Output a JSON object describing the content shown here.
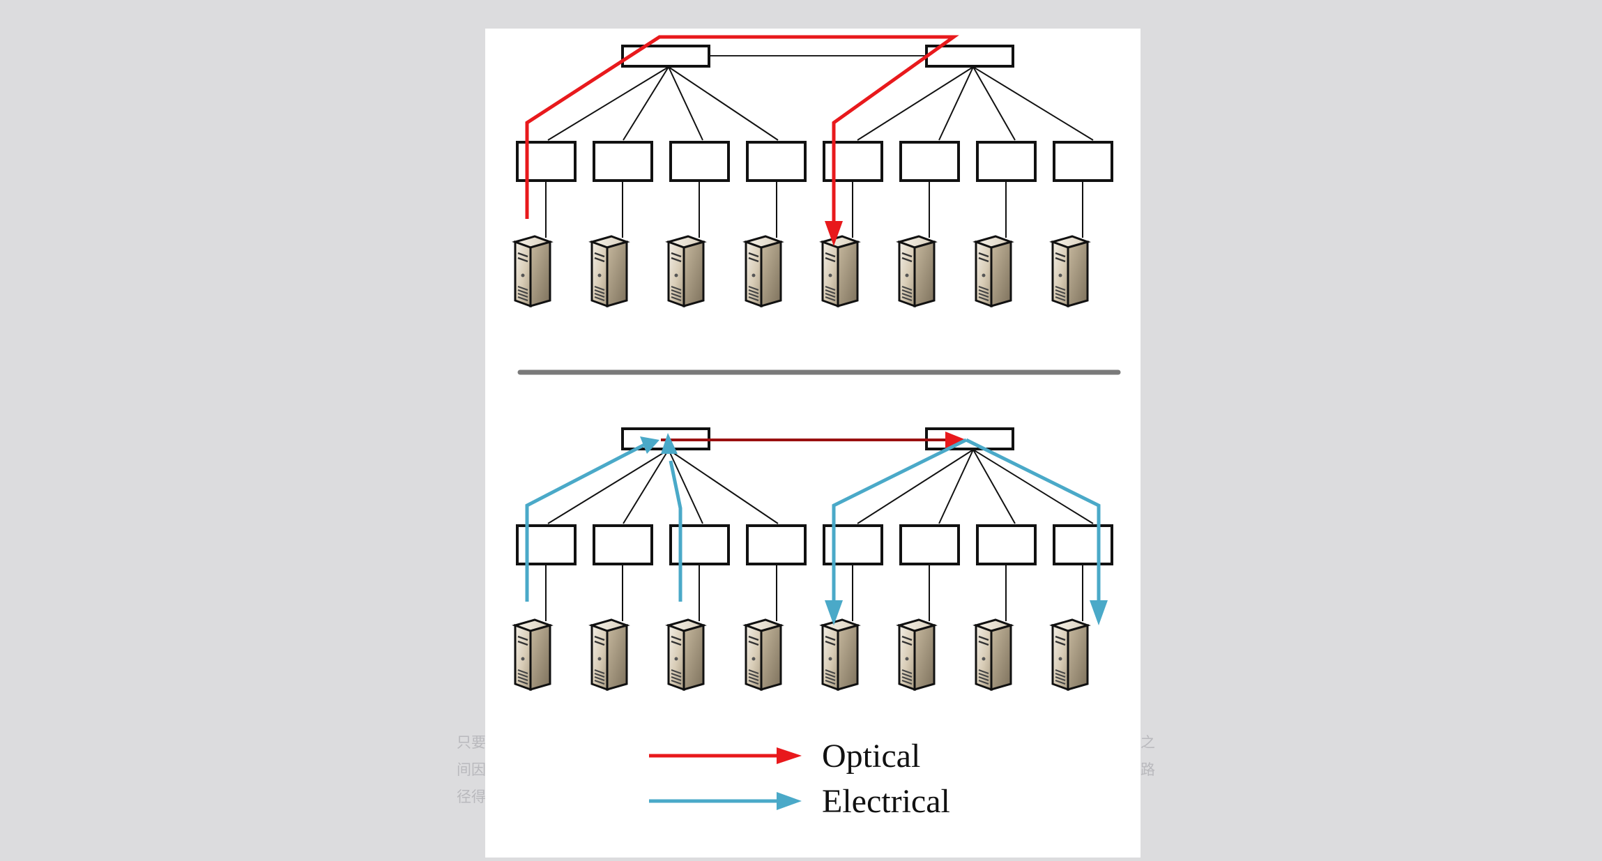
{
  "figure": {
    "legend": [
      {
        "label": "Optical",
        "color": "#e8191c"
      },
      {
        "label": "Electrical",
        "color": "#4aa9c8"
      }
    ],
    "topology": {
      "core_switches": 2,
      "tor_switches_per_core": 4,
      "servers_per_tor": 1,
      "server-icon": "server-tower-icon"
    }
  },
  "background_text": {
    "line1": "只要",
    "line2": "间因",
    "line3": "径得",
    "right1": "之",
    "right2": "路"
  },
  "colors": {
    "page_background": "#dcdcde",
    "card_background": "#ffffff",
    "divider": "#7a7a7a",
    "optical": "#e8191c",
    "electrical": "#4aa9c8",
    "server_body": "#d8ccb6"
  }
}
